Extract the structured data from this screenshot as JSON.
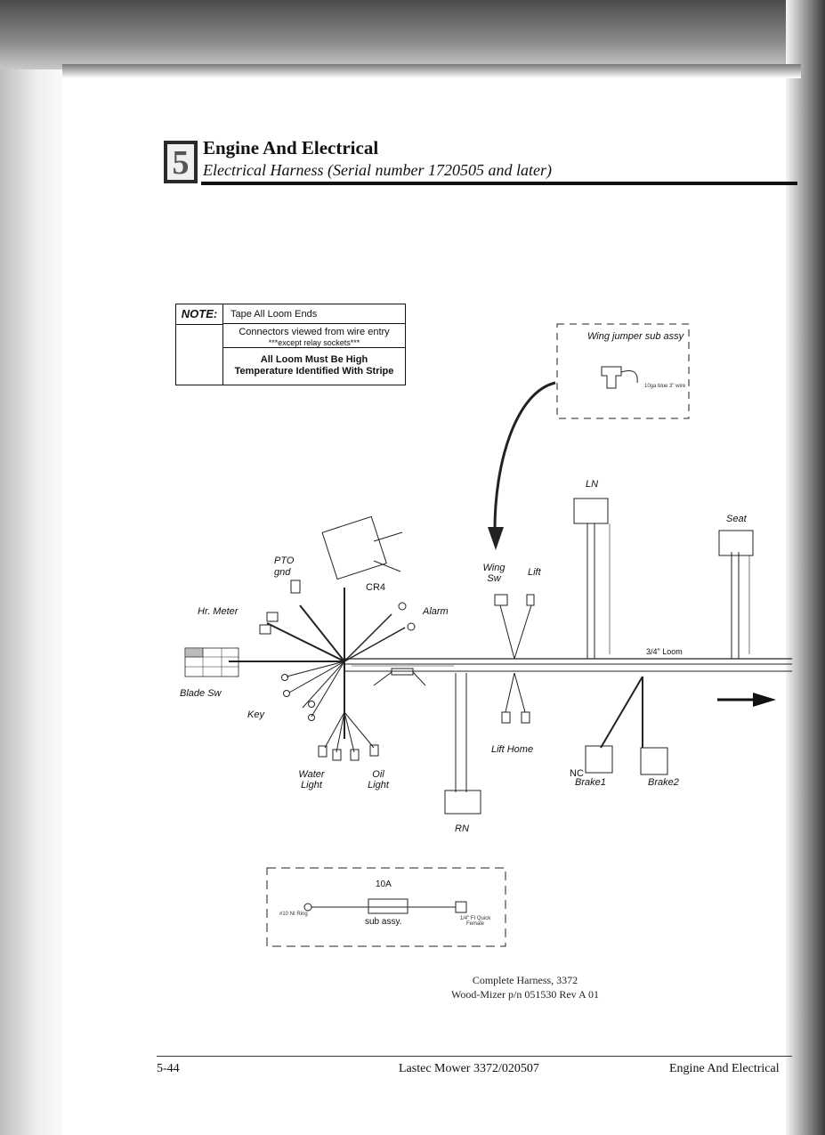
{
  "section": {
    "number": "5",
    "title": "Engine And Electrical",
    "subtitle": "Electrical Harness (Serial number 1720505 and later)"
  },
  "note": {
    "label": "NOTE:",
    "line1": "Tape All Loom Ends",
    "line2a": "Connectors viewed from wire entry",
    "line2b": "***except relay sockets***",
    "line3a": "All Loom Must Be High",
    "line3b": "Temperature Identified With Stripe"
  },
  "diagram": {
    "wing_jumper": "Wing jumper sub assy",
    "wing_jumper_wire": "10ga blue 3\" wire",
    "labels": {
      "ln": "LN",
      "seat": "Seat",
      "pto_gnd": "PTO gnd",
      "cr4": "CR4",
      "hr_meter": "Hr. Meter",
      "alarm": "Alarm",
      "blade_sw": "Blade Sw",
      "key": "Key",
      "water_light": "Water Light",
      "oil_light": "Oil Light",
      "wing_sw": "Wing Sw",
      "lift": "Lift",
      "lift_home": "Lift Home",
      "rn": "RN",
      "brake1": "Brake1",
      "brake2": "Brake2",
      "nc": "NC",
      "loom": "3/4\" Loom"
    },
    "fuse_label": "10A",
    "fuse_sub": "sub assy.",
    "fuse_left": "#10 NI Ring",
    "fuse_right": "1/4\" FI Quick Female"
  },
  "caption": {
    "line1": "Complete Harness, 3372",
    "line2": "Wood-Mizer p/n 051530 Rev A 01"
  },
  "footer": {
    "page": "5-44",
    "center": "Lastec Mower 3372/020507",
    "right": "Engine And Electrical"
  }
}
